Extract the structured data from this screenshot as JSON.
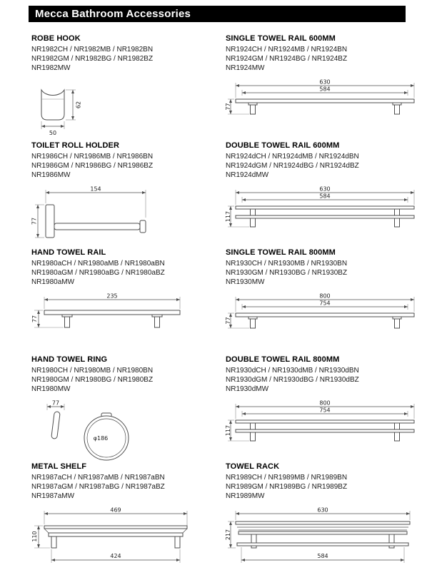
{
  "header": {
    "title": "Mecca Bathroom Accessories"
  },
  "products": {
    "robe_hook": {
      "title": "ROBE HOOK",
      "codes": [
        "NR1982CH / NR1982MB / NR1982BN",
        "NR1982GM / NR1982BG / NR1982BZ",
        "NR1982MW"
      ],
      "dims": {
        "width": "50",
        "height": "62"
      }
    },
    "toilet_roll_holder": {
      "title": "TOILET ROLL HOLDER",
      "codes": [
        "NR1986CH / NR1986MB / NR1986BN",
        "NR1986GM / NR1986BG / NR1986BZ",
        "NR1986MW"
      ],
      "dims": {
        "width": "154",
        "height": "77"
      }
    },
    "hand_towel_rail": {
      "title": "HAND TOWEL RAIL",
      "codes": [
        "NR1980aCH / NR1980aMB / NR1980aBN",
        "NR1980aGM / NR1980aBG / NR1980aBZ",
        "NR1980aMW"
      ],
      "dims": {
        "width": "235",
        "height": "77"
      }
    },
    "hand_towel_ring": {
      "title": "HAND TOWEL RING",
      "codes": [
        "NR1980CH / NR1980MB / NR1980BN",
        "NR1980GM / NR1980BG / NR1980BZ",
        "NR1980MW"
      ],
      "dims": {
        "width": "77",
        "diameter": "φ186"
      }
    },
    "metal_shelf": {
      "title": "METAL SHELF",
      "codes": [
        "NR1987aCH / NR1987aMB / NR1987aBN",
        "NR1987aGM / NR1987aBG / NR1987aBZ",
        "NR1987aMW"
      ],
      "dims": {
        "width": "469",
        "height": "110",
        "bottom_width": "424"
      }
    },
    "single_towel_rail_600": {
      "title": "SINGLE TOWEL RAIL 600MM",
      "codes": [
        "NR1924CH / NR1924MB / NR1924BN",
        "NR1924GM / NR1924BG / NR1924BZ",
        "NR1924MW"
      ],
      "dims": {
        "width": "630",
        "inner_width": "584",
        "height": "77"
      }
    },
    "double_towel_rail_600": {
      "title": "DOUBLE TOWEL RAIL 600MM",
      "codes": [
        "NR1924dCH / NR1924dMB / NR1924dBN",
        "NR1924dGM / NR1924dBG / NR1924dBZ",
        "NR1924dMW"
      ],
      "dims": {
        "width": "630",
        "inner_width": "584",
        "height": "117"
      }
    },
    "single_towel_rail_800": {
      "title": "SINGLE TOWEL RAIL 800MM",
      "codes": [
        "NR1930CH / NR1930MB / NR1930BN",
        "NR1930GM / NR1930BG / NR1930BZ",
        "NR1930MW"
      ],
      "dims": {
        "width": "800",
        "inner_width": "754",
        "height": "77"
      }
    },
    "double_towel_rail_800": {
      "title": "DOUBLE TOWEL RAIL 800MM",
      "codes": [
        "NR1930dCH / NR1930dMB / NR1930dBN",
        "NR1930dGM / NR1930dBG / NR1930dBZ",
        "NR1930dMW"
      ],
      "dims": {
        "width": "800",
        "inner_width": "754",
        "height": "117"
      }
    },
    "towel_rack": {
      "title": "TOWEL RACK",
      "codes": [
        "NR1989CH / NR1989MB / NR1989BN",
        "NR1989GM / NR1989BG / NR1989BZ",
        "NR1989MW"
      ],
      "dims": {
        "width": "630",
        "height": "217",
        "bottom_width": "584"
      }
    }
  },
  "colors": {
    "header_bg": "#000000",
    "header_text": "#ffffff",
    "line": "#4d4d4d"
  }
}
